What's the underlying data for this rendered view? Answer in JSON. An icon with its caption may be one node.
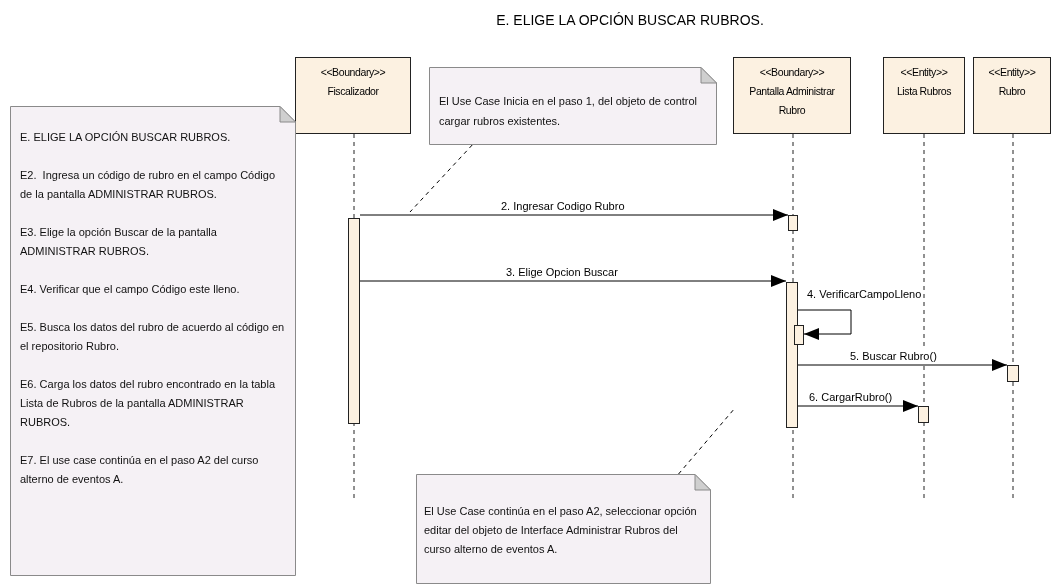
{
  "diagram": {
    "title": "E. ELIGE LA OPCIÓN BUSCAR RUBROS.",
    "nodes": [
      {
        "text": [
          "E. ELIGE LA OPCIÓN BUSCAR RUBROS.",
          "E2.  Ingresa un código de rubro en el campo Código de la pantalla ADMINISTRAR RUBROS.",
          "E3. Elige la opción Buscar de la pantalla ADMINISTRAR RUBROS.",
          "E4. Verificar que el campo Código este lleno.",
          "E5. Busca los datos del rubro de acuerdo al código en el repositorio Rubro.",
          "E6. Carga los datos del rubro encontrado en la tabla Lista de Rubros de la pantalla ADMINISTRAR RUBROS.",
          "E7. El use case continúa en el paso A2 del curso alterno de eventos A."
        ]
      },
      {
        "text": [
          "<<Boundary>>",
          "Fiscalizador"
        ]
      },
      {
        "text": [
          "El Use Case Inicia en el paso 1, del objeto de control  cargar rubros existentes."
        ]
      },
      {
        "text": [
          "<<Boundary>>",
          "Pantalla Administrar Rubro"
        ]
      },
      {
        "text": [
          "<<Entity>>",
          "Lista Rubros"
        ]
      },
      {
        "text": [
          "<<Entity>>",
          "Rubro"
        ]
      },
      {
        "text": [
          "El Use Case continúa en el paso A2, seleccionar opción editar del objeto de Interface Administrar Rubros del curso alterno de eventos A."
        ]
      },
      {
        "text": [],
        "shape": "bar"
      },
      {
        "text": [],
        "shape": "bar"
      },
      {
        "text": [],
        "shape": "bar"
      },
      {
        "text": [],
        "shape": "bar"
      },
      {
        "text": [],
        "shape": "bar"
      },
      {
        "text": [],
        "shape": "bar"
      }
    ],
    "edges": [
      {
        "from": 2,
        "to": null,
        "arrow": "none",
        "style": "dashed"
      },
      {
        "from": 7,
        "to": 8,
        "arrow": "to",
        "label": "2. Ingresar Codigo Rubro"
      },
      {
        "from": 7,
        "to": 9,
        "arrow": "to",
        "label": "3. Elige Opcion Buscar"
      },
      {
        "from": 9,
        "to": 10,
        "arrow": "to",
        "label": "4. VerificarCampoLleno"
      },
      {
        "from": 9,
        "to": 12,
        "arrow": "to",
        "label": "5. Buscar Rubro()"
      },
      {
        "from": 9,
        "to": 11,
        "arrow": "to",
        "label": "6. CargarRubro()"
      },
      {
        "from": 6,
        "to": null,
        "arrow": "none",
        "style": "dashed"
      }
    ]
  }
}
